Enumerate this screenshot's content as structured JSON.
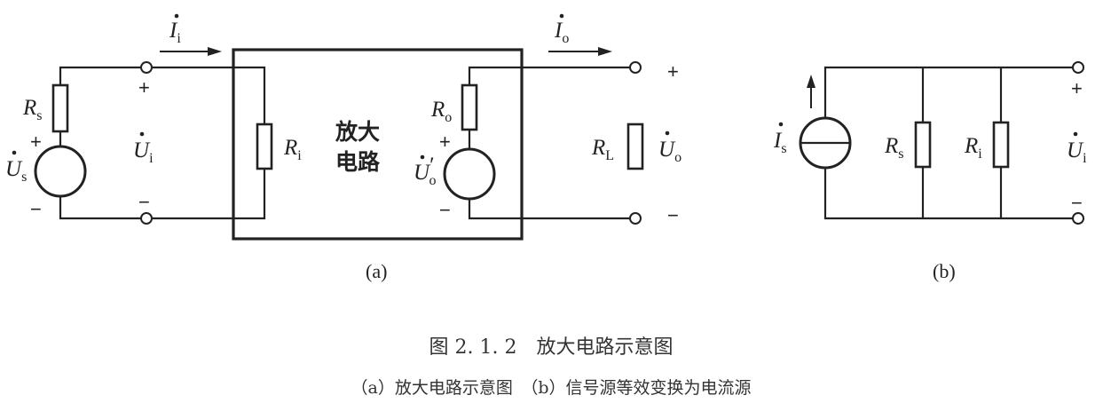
{
  "box_label_line1": "放大",
  "box_label_line2": "电路",
  "panel_a": "(a)",
  "panel_b": "(b)",
  "caption_title": "图 2. 1. 2　放大电路示意图",
  "caption_subtitle": "（a）放大电路示意图　（b）信号源等效变换为电流源",
  "symbols": {
    "R": "R",
    "U": "U",
    "I": "I",
    "prime": "′",
    "sub_s": "s",
    "sub_i": "i",
    "sub_o": "o",
    "sub_L": "L"
  },
  "signs": {
    "plus": "+",
    "minus": "−"
  }
}
